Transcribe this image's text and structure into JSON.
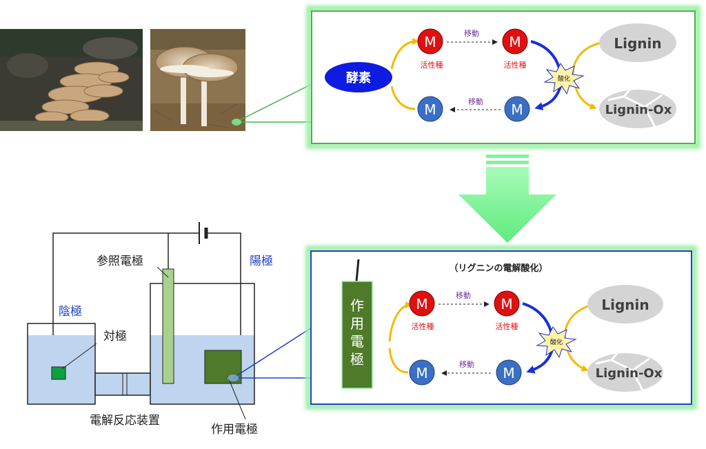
{
  "top_panel": {
    "enzyme_label": "酵素",
    "m_label": "M",
    "active_species": "活性種",
    "move": "移動",
    "oxidation": "酸化",
    "lignin": "Lignin",
    "lignin_ox": "Lignin-Ox"
  },
  "bottom_panel": {
    "title": "（リグニンの電解酸化）",
    "working_electrode_vertical": [
      "作",
      "用",
      "電",
      "極"
    ],
    "m_label": "M",
    "active_species": "活性種",
    "move": "移動",
    "oxidation": "酸化",
    "lignin": "Lignin",
    "lignin_ox": "Lignin-Ox"
  },
  "apparatus": {
    "reference_electrode": "参照電極",
    "anode": "陽極",
    "cathode": "陰極",
    "counter_electrode": "対極",
    "device_label": "電解反応装置",
    "working_electrode": "作用電極"
  },
  "colors": {
    "green_frame": "#4CB04C",
    "blue_frame": "#1F3FC8",
    "m_red": "#E01010",
    "m_blue": "#3A6FC4",
    "enzyme_blue": "#0E1BE0",
    "yellow_arrow": "#F5B800",
    "blue_arrow": "#1A2FD6",
    "lignin_gray": "#D4D4D4",
    "big_arrow_green": "#7CF59A",
    "electrolyte": "#BFD4EE",
    "electrode_green": "#4E7A2A",
    "ref_electrode": "#A9D18E"
  }
}
